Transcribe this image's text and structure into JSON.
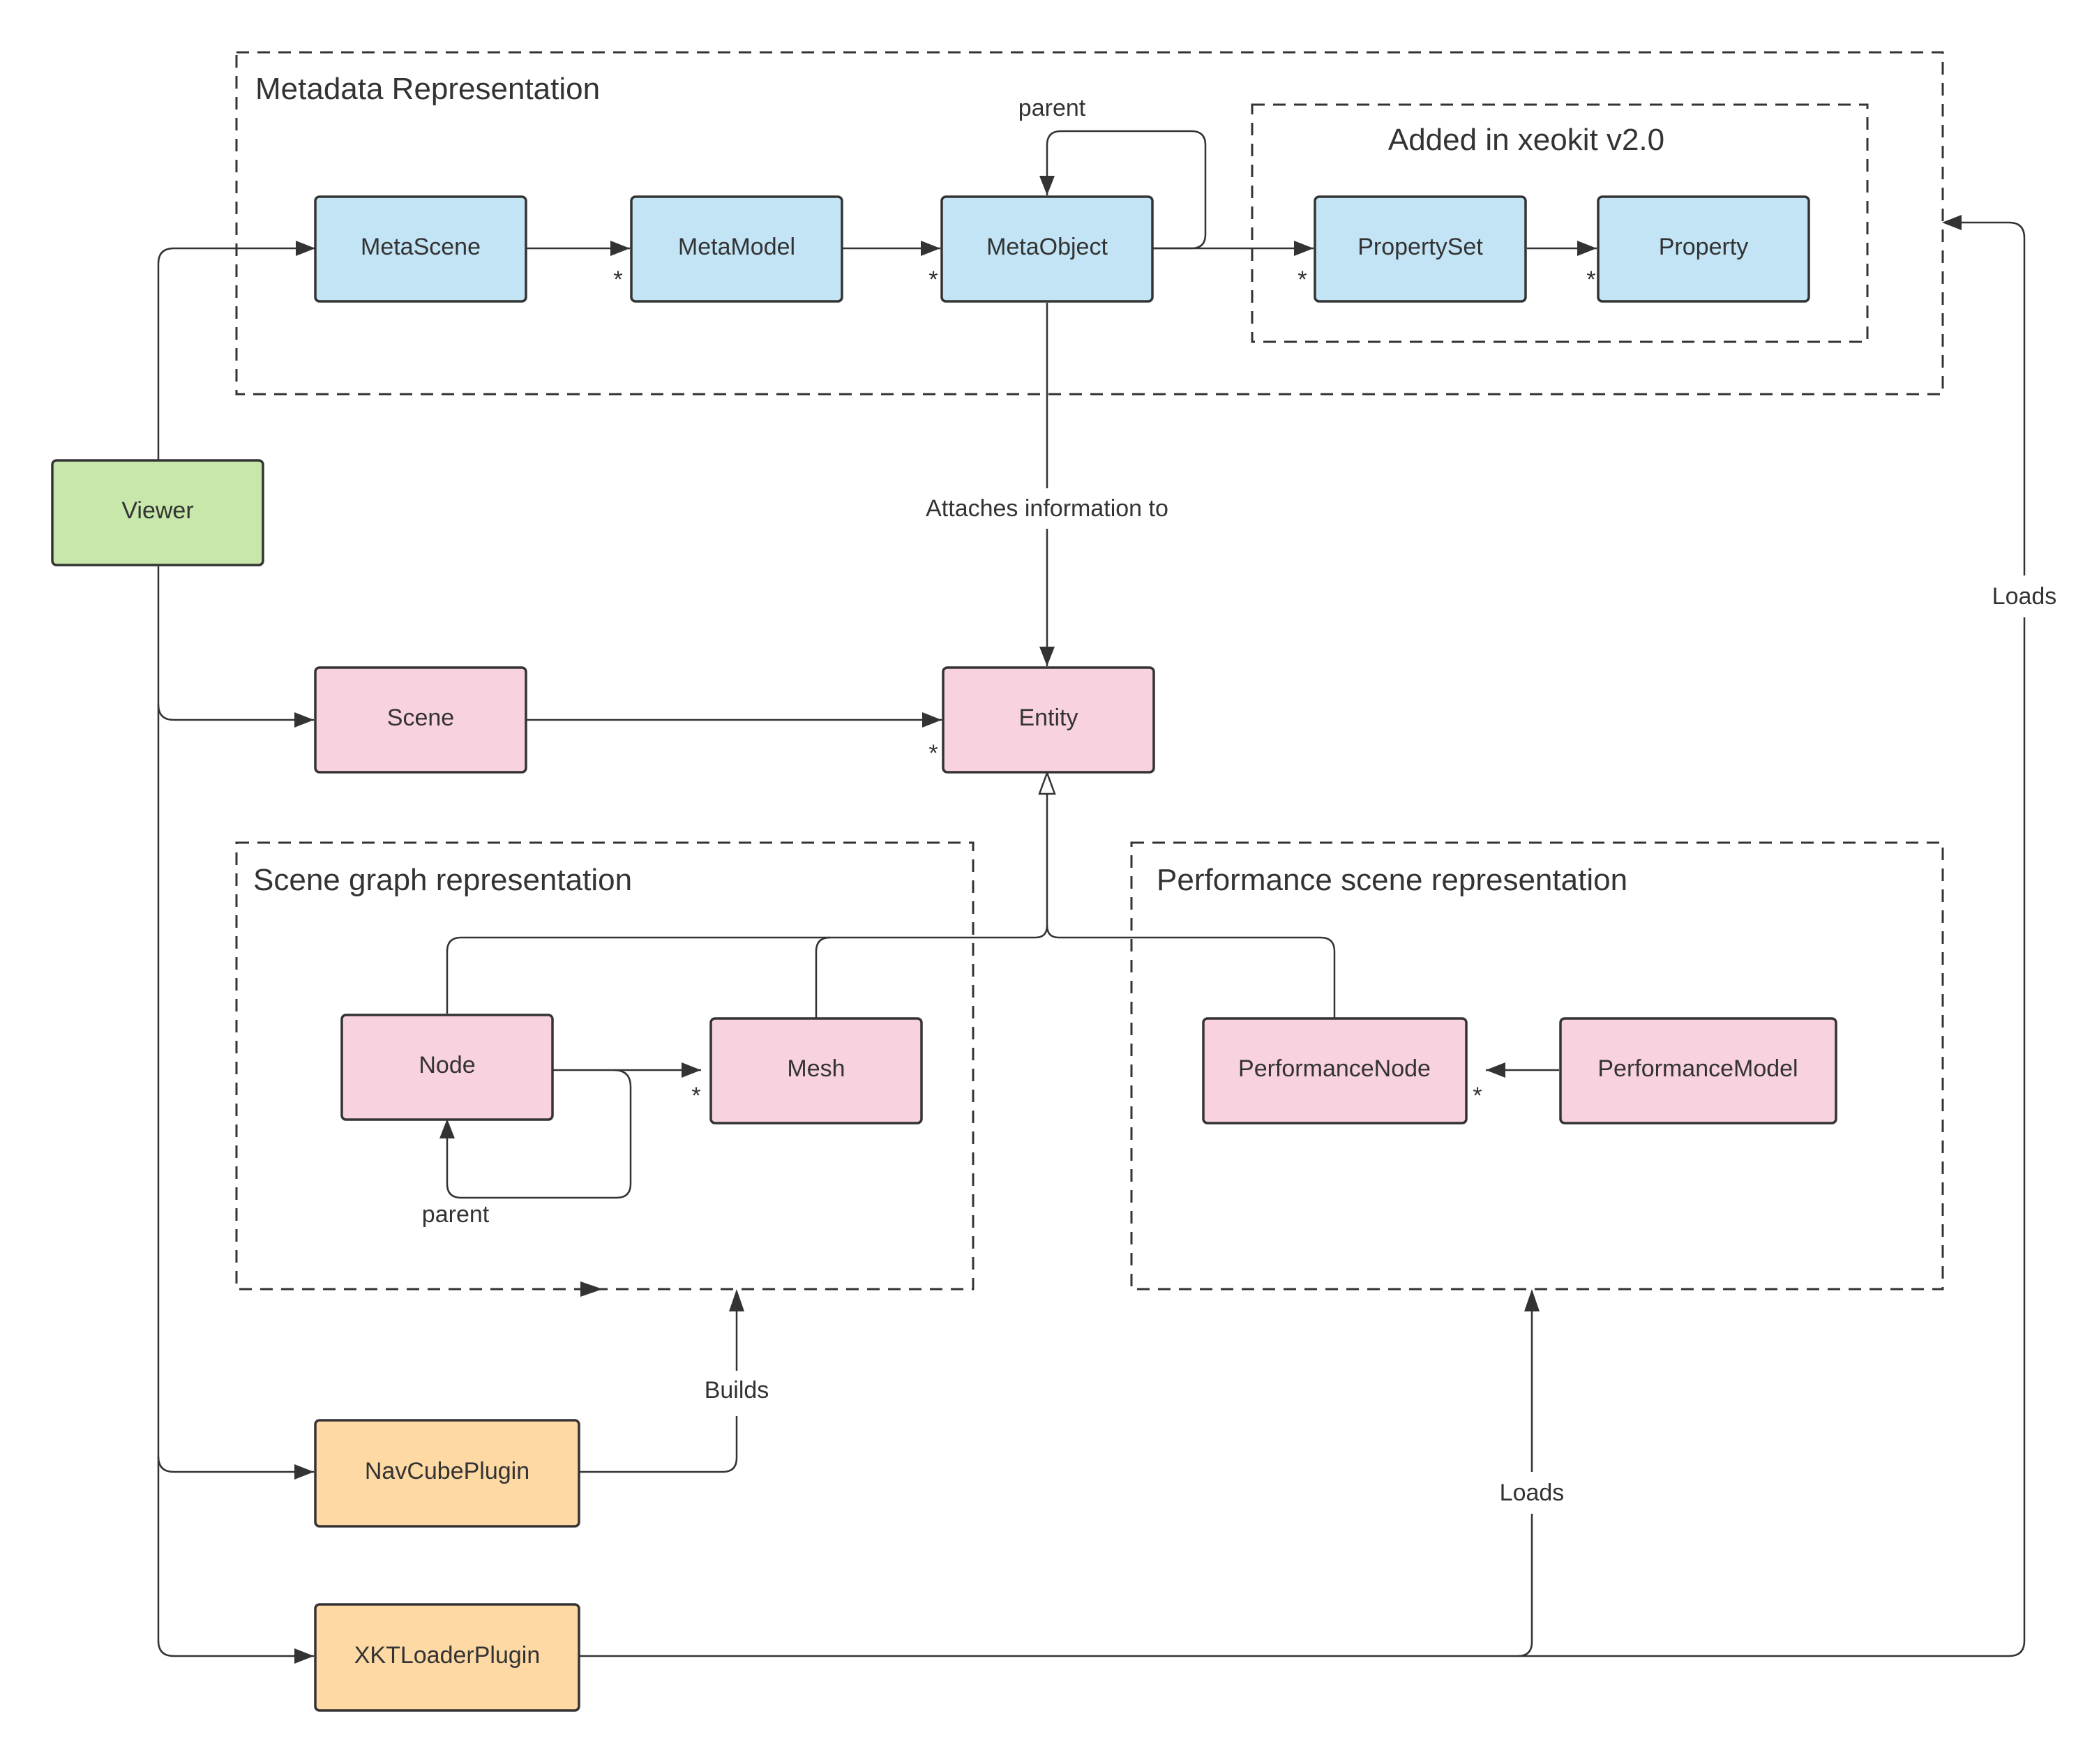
{
  "colors": {
    "meta": "#c2e4f5",
    "scene": "#f8d2df",
    "viewer": "#c7e8aa",
    "plugin": "#fed9a4",
    "stroke": "#333333"
  },
  "groups": {
    "metadata": "Metadata Representation",
    "added": "Added in xeokit v2.0",
    "scene_graph": "Scene graph representation",
    "performance": "Performance scene representation"
  },
  "nodes": {
    "metascene": "MetaScene",
    "metamodel": "MetaModel",
    "metaobject": "MetaObject",
    "propertyset": "PropertySet",
    "property": "Property",
    "viewer": "Viewer",
    "scene": "Scene",
    "entity": "Entity",
    "node": "Node",
    "mesh": "Mesh",
    "performancenode": "PerformanceNode",
    "performancemodel": "PerformanceModel",
    "navcubeplugin": "NavCubePlugin",
    "xktloaderplugin": "XKTLoaderPlugin"
  },
  "edge_labels": {
    "meta_parent": "parent",
    "attaches": "Attaches information to",
    "node_parent": "parent",
    "builds": "Builds",
    "loads_perf": "Loads",
    "loads_meta": "Loads"
  },
  "multiplicity": "*"
}
